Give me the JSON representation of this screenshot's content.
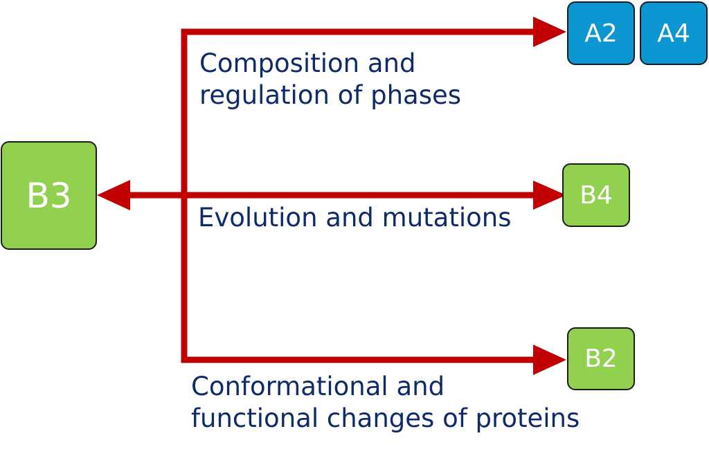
{
  "colors": {
    "arrow": "#c00000",
    "blue_box": "#0c97d3",
    "green_box": "#92d050",
    "label_text": "#0d2a6b"
  },
  "nodes": {
    "b3": "B3",
    "a2": "A2",
    "a4": "A4",
    "b4": "B4",
    "b2": "B2"
  },
  "edges": {
    "to_a2": "Composition and\nregulation of phases",
    "to_b4": "Evolution and mutations",
    "to_b2": "Conformational and\nfunctional changes of proteins"
  }
}
